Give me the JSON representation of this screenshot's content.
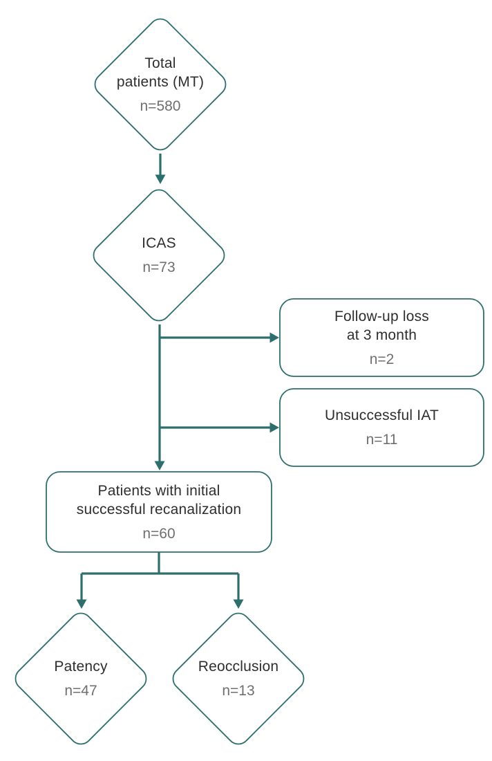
{
  "diagram": {
    "type": "flowchart",
    "colors": {
      "accent": "#2d6f6d",
      "label": "#2e2e2e",
      "count": "#6f6f6f",
      "background": "#ffffff"
    },
    "nodes": [
      {
        "id": "total-patients-mt",
        "shape": "diamond",
        "lines": [
          "Total",
          "patients (MT)"
        ],
        "count": "n=580"
      },
      {
        "id": "icas",
        "shape": "diamond",
        "lines": [
          "ICAS"
        ],
        "count": "n=73"
      },
      {
        "id": "follow-up-loss",
        "shape": "rounded-rectangle",
        "lines": [
          "Follow-up loss",
          "at 3 month"
        ],
        "count": "n=2"
      },
      {
        "id": "unsuccessful-iat",
        "shape": "rounded-rectangle",
        "lines": [
          "Unsuccessful IAT"
        ],
        "count": "n=11"
      },
      {
        "id": "initial-successful-recanalization",
        "shape": "rounded-rectangle",
        "lines": [
          "Patients with initial",
          "successful recanalization"
        ],
        "count": "n=60"
      },
      {
        "id": "patency",
        "shape": "diamond",
        "lines": [
          "Patency"
        ],
        "count": "n=47"
      },
      {
        "id": "reocclusion",
        "shape": "diamond",
        "lines": [
          "Reocclusion"
        ],
        "count": "n=13"
      }
    ],
    "edges": [
      {
        "from": "total-patients-mt",
        "to": "icas"
      },
      {
        "from": "icas",
        "to": "follow-up-loss"
      },
      {
        "from": "icas",
        "to": "unsuccessful-iat"
      },
      {
        "from": "icas",
        "to": "initial-successful-recanalization"
      },
      {
        "from": "initial-successful-recanalization",
        "to": "patency"
      },
      {
        "from": "initial-successful-recanalization",
        "to": "reocclusion"
      }
    ]
  }
}
